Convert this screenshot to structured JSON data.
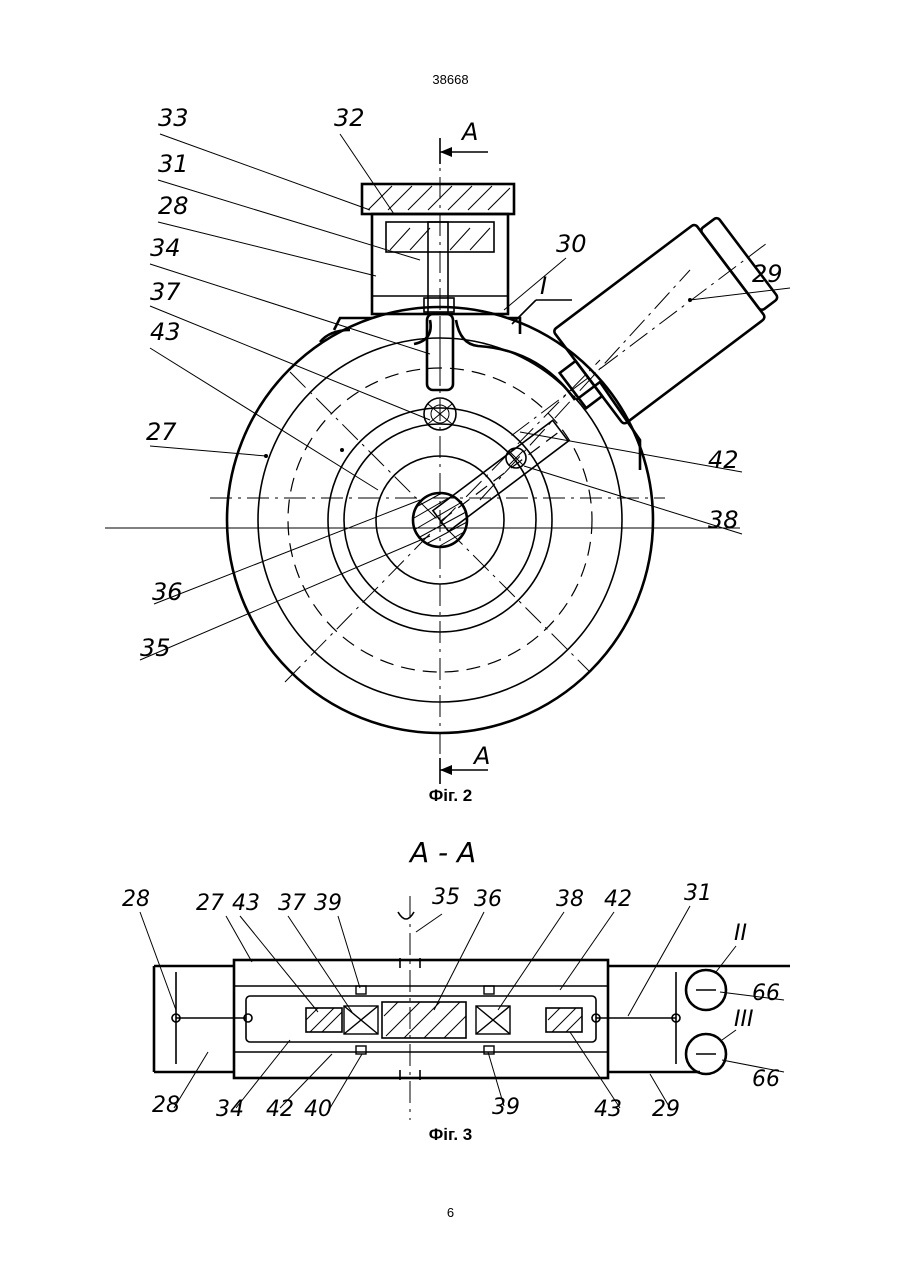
{
  "header": {
    "patent_number": "38668"
  },
  "figure2": {
    "caption": "Фіг. 2",
    "section_mark": "A",
    "detail_mark": "I",
    "labels": {
      "l33": "33",
      "l32": "32",
      "l31": "31",
      "l28": "28",
      "l34": "34",
      "l30": "30",
      "l37": "37",
      "l43": "43",
      "l29": "29",
      "l27": "27",
      "l42": "42",
      "l38": "38",
      "l36": "36",
      "l35": "35"
    }
  },
  "figure3": {
    "caption": "Фіг. 3",
    "section_title": "A - A",
    "top_labels": {
      "l28": "28",
      "l27": "27",
      "l43": "43",
      "l37": "37",
      "l39": "39",
      "l35": "35",
      "l36": "36",
      "l38": "38",
      "l42": "42",
      "l31": "31"
    },
    "bottom_labels": {
      "l28": "28",
      "l34": "34",
      "l42": "42",
      "l40": "40",
      "l39": "39",
      "l43": "43",
      "l29": "29"
    },
    "side_labels": {
      "ii": "II",
      "iii": "III",
      "l66a": "66",
      "l66b": "66"
    }
  },
  "footer": {
    "page_number": "6"
  }
}
